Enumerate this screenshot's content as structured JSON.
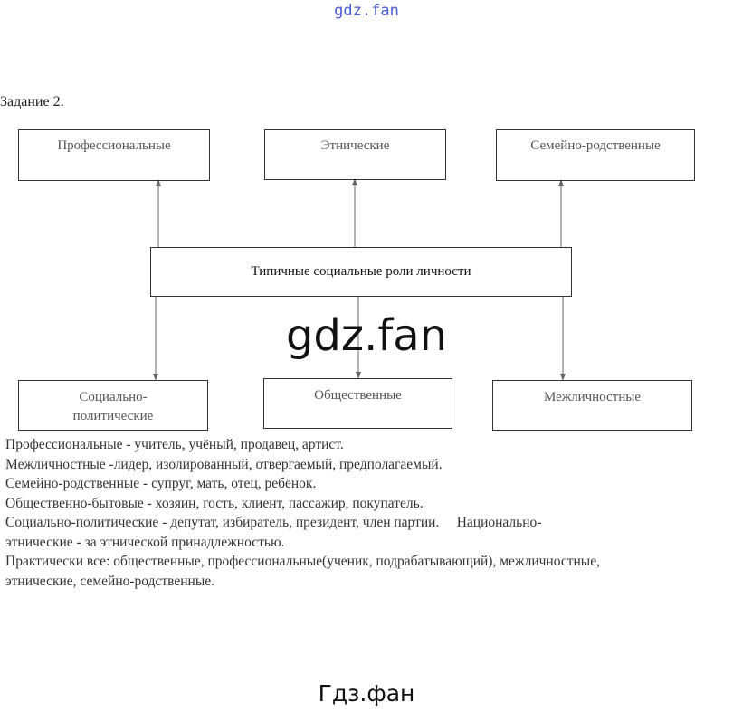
{
  "watermark_top": "gdz.fan",
  "task_title": "Задание 2.",
  "diagram": {
    "center": "Типичные социальные роли личности",
    "top_boxes": [
      "Профессиональные",
      "Этнические",
      "Семейно-родственные"
    ],
    "bottom_boxes": [
      "Социально-политические",
      "Общественные",
      "Межличностные"
    ]
  },
  "watermark_mid": "gdz.fan",
  "lines": [
    "Профессиональные - учитель, учёный, продавец, артист.",
    "Межличностные -лидер, изолированный, отвергаемый, предполагаемый.",
    "Семейно-родственные - супруг, мать, отец, ребёнок.",
    "Общественно-бытовые - хозяин, гость, клиент, пассажир, покупатель.",
    "Социально-политические - депутат, избиратель, президент, член партии.     Национально-",
    "этнические - за этнической принадлежностью.",
    "Практически все: общественные, профессиональные(ученик, подрабатывающий), межличностные,",
    "этнические, семейно-родственные."
  ],
  "watermark_bottom": "Гдз.фан"
}
